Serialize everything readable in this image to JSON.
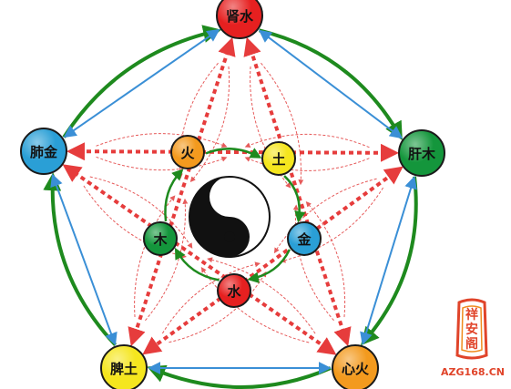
{
  "outer_nodes": [
    {
      "id": "kidney",
      "label": "肾水",
      "color": "#e62020"
    },
    {
      "id": "liver",
      "label": "肝木",
      "color": "#14963c"
    },
    {
      "id": "heart",
      "label": "心火",
      "color": "#f39a1e"
    },
    {
      "id": "spleen",
      "label": "脾土",
      "color": "#f5e61e"
    },
    {
      "id": "lung",
      "label": "肺金",
      "color": "#2a9fd6"
    }
  ],
  "inner_nodes": [
    {
      "id": "fire",
      "label": "火",
      "color": "#f39a1e"
    },
    {
      "id": "earth",
      "label": "土",
      "color": "#f5e61e"
    },
    {
      "id": "metal",
      "label": "金",
      "color": "#2a9fd6"
    },
    {
      "id": "water",
      "label": "水",
      "color": "#e62020"
    },
    {
      "id": "wood",
      "label": "木",
      "color": "#14963c"
    }
  ],
  "center_symbol": "yin-yang",
  "colors": {
    "generating_cycle": "#1e8a1e",
    "restraining_cycle": "#e63c3c",
    "reverse_cycle": "#3a8fd6",
    "dashed_curves": "#e65a5a"
  },
  "watermark": {
    "seal_text": "祥安阁",
    "site": "AZG168.CN"
  }
}
